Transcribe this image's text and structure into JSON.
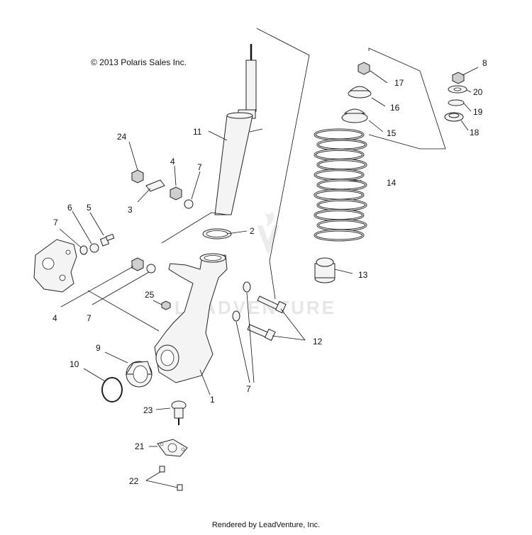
{
  "copyright": "© 2013 Polaris Sales Inc.",
  "footer": "Rendered by LeadVenture, Inc.",
  "watermark": "LEADVENTURE",
  "callouts": {
    "c1": "1",
    "c2": "2",
    "c3": "3",
    "c4a": "4",
    "c4b": "4",
    "c5": "5",
    "c6": "6",
    "c7a": "7",
    "c7b": "7",
    "c7c": "7",
    "c7d": "7",
    "c8": "8",
    "c9": "9",
    "c10": "10",
    "c11": "11",
    "c12": "12",
    "c13": "13",
    "c14": "14",
    "c15": "15",
    "c16": "16",
    "c17": "17",
    "c18": "18",
    "c19": "19",
    "c20": "20",
    "c21": "21",
    "c22": "22",
    "c23": "23",
    "c24": "24",
    "c25": "25"
  }
}
